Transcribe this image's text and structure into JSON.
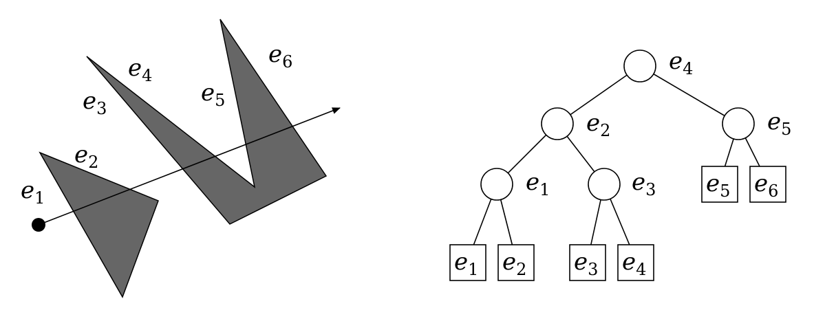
{
  "scene": {
    "segment_labels": [
      {
        "id": "e1",
        "base": "e",
        "sub": "1"
      },
      {
        "id": "e2",
        "base": "e",
        "sub": "2"
      },
      {
        "id": "e3",
        "base": "e",
        "sub": "3"
      },
      {
        "id": "e4",
        "base": "e",
        "sub": "4"
      },
      {
        "id": "e5",
        "base": "e",
        "sub": "5"
      },
      {
        "id": "e6",
        "base": "e",
        "sub": "6"
      }
    ],
    "polygon_fill": "#666666"
  },
  "tree": {
    "internal_nodes": [
      {
        "id": "root",
        "base": "e",
        "sub": "4"
      },
      {
        "id": "left",
        "base": "e",
        "sub": "2"
      },
      {
        "id": "right",
        "base": "e",
        "sub": "5"
      },
      {
        "id": "left-left",
        "base": "e",
        "sub": "1"
      },
      {
        "id": "left-right",
        "base": "e",
        "sub": "3"
      }
    ],
    "leaves": [
      {
        "id": "leaf-e1",
        "base": "e",
        "sub": "1"
      },
      {
        "id": "leaf-e2",
        "base": "e",
        "sub": "2"
      },
      {
        "id": "leaf-e3",
        "base": "e",
        "sub": "3"
      },
      {
        "id": "leaf-e4",
        "base": "e",
        "sub": "4"
      },
      {
        "id": "leaf-e5",
        "base": "e",
        "sub": "5"
      },
      {
        "id": "leaf-e6",
        "base": "e",
        "sub": "6"
      }
    ]
  }
}
